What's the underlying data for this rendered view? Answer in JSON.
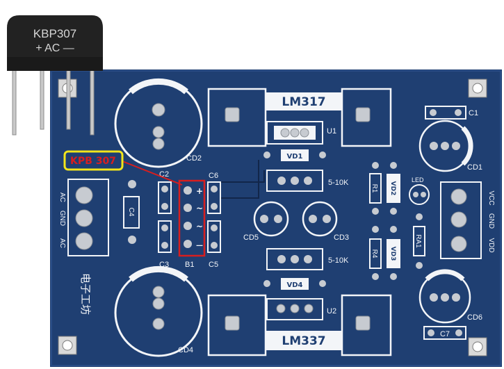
{
  "bridge": {
    "part_number": "KBP307",
    "marking": "+ AC —"
  },
  "callout": {
    "text": "KPB 307",
    "color": "#d81e1e",
    "box_color": "#f2e51b"
  },
  "board": {
    "color": "#1f3f72",
    "silk_color": "#f3f5f8",
    "regulator_top": "LM317",
    "regulator_bottom": "LM337",
    "labels": {
      "cd2": "CD2",
      "cd4": "CD4",
      "cd1": "CD1",
      "cd5": "CD5",
      "cd3": "CD3",
      "cd6": "CD6",
      "c1": "C1",
      "c2": "C2",
      "c3": "C3",
      "c4": "C4",
      "c5": "C5",
      "c6": "C6",
      "c7": "C7",
      "b1": "B1",
      "u1": "U1",
      "u2": "U2",
      "vd1": "VD1",
      "vd2": "VD2",
      "vd3": "VD3",
      "vd4": "VD4",
      "pot_top": "5-10K",
      "pot_bottom": "5-10K",
      "r1": "R1",
      "r4": "R4",
      "ra1": "RA1",
      "led": "LED",
      "in_ac_top": "AC",
      "in_gnd": "GND",
      "in_ac_bottom": "AC",
      "out_vcc": "VCC",
      "out_gnd": "GND",
      "out_vdd": "VDD",
      "maker": "电子工坊",
      "b1_plus": "+",
      "b1_ac1": "~",
      "b1_ac2": "~",
      "b1_minus": "—"
    }
  }
}
